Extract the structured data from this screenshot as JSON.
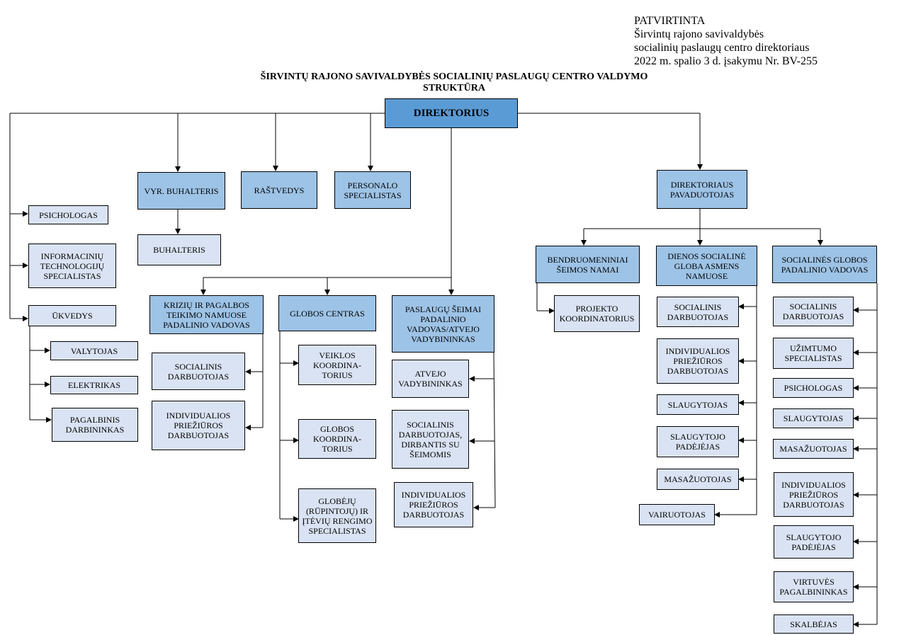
{
  "approval": {
    "line1": "PATVIRTINTA",
    "line2": "Širvintų rajono savivaldybės",
    "line3": "socialinių paslaugų centro direktoriaus",
    "line4": "2022 m. spalio 3 d. įsakymu Nr. BV-255"
  },
  "title": {
    "line1": "ŠIRVINTŲ RAJONO SAVIVALDYBĖS SOCIALINIŲ PASLAUGŲ CENTRO VALDYMO",
    "line2": "STRUKTŪRA"
  },
  "colors": {
    "director": "#5b9bd5",
    "unit_head": "#9dc3e6",
    "position": "#dae3f3"
  },
  "chart": {
    "director": "DIREKTORIUS",
    "chief_accountant": "VYR. BUHALTERIS",
    "accountant": "BUHALTERIS",
    "records_clerk": "RAŠTVEDYS",
    "personnel_specialist": "PERSONALO SPECIALISTAS",
    "deputy": "DIREKTORIAUS PAVADUOTOJAS",
    "left": {
      "psychologist": "PSICHOLOGAS",
      "it_specialist": "INFORMACINIŲ TECHNOLOGIJŲ SPECIALISTAS",
      "caretaker": "ŪKVEDYS",
      "cleaner": "VALYTOJAS",
      "electrician": "ELEKTRIKAS",
      "auxiliary_worker": "PAGALBINIS DARBININKAS"
    },
    "crisis": {
      "head": "KRIZIŲ IR PAGALBOS TEIKIMO NAMUOSE PADALINIO VADOVAS",
      "social_worker": "SOCIALINIS DARBUOTOJAS",
      "individual_care": "INDIVIDUALIOS PRIEŽIŪROS DARBUOTOJAS"
    },
    "foster": {
      "head": "GLOBOS CENTRAS",
      "activity_coord": "VEIKLOS KOORDINA-TORIUS",
      "foster_coord": "GLOBOS KOORDINA-TORIUS",
      "trainers": "GLOBĖJŲ (RŪPINTOJŲ) IR ĮTĖVIŲ RENGIMO SPECIALISTAS"
    },
    "family": {
      "head": "PASLAUGŲ ŠEIMAI PADALINIO VADOVAS/ATVEJO VADYBININKAS",
      "case_manager": "ATVEJO VADYBININKAS",
      "social_worker_families": "SOCIALINIS DARBUOTOJAS, DIRBANTIS SU ŠEIMOMIS",
      "individual_care": "INDIVIDUALIOS PRIEŽIŪROS DARBUOTOJAS"
    },
    "community": {
      "head": "BENDRUOMENINIAI ŠEIMOS NAMAI",
      "project_coord": "PROJEKTO KOORDINATORIUS"
    },
    "daycare": {
      "head": "DIENOS SOCIALINĖ GLOBA ASMENS NAMUOSE",
      "social_worker": "SOCIALINIS DARBUOTOJAS",
      "individual_care": "INDIVIDUALIOS PRIEŽIŪROS DARBUOTOJAS",
      "nurse": "SLAUGYTOJAS",
      "nurse_assistant": "SLAUGYTOJO PADĖJĖJAS",
      "masseur": "MASAŽUOTOJAS",
      "driver": "VAIRUOTOJAS"
    },
    "care": {
      "head": "SOCIALINĖS GLOBOS PADALINIO VADOVAS",
      "social_worker": "SOCIALINIS DARBUOTOJAS",
      "employment": "UŽIMTUMO SPECIALISTAS",
      "psychologist": "PSICHOLOGAS",
      "nurse": "SLAUGYTOJAS",
      "masseur": "MASAŽUOTOJAS",
      "individual_care": "INDIVIDUALIOS PRIEŽIŪROS DARBUOTOJAS",
      "nurse_assistant": "SLAUGYTOJO PADĖJĖJAS",
      "kitchen": "VIRTUVĖS PAGALBININKAS",
      "laundry": "SKALBĖJAS"
    }
  }
}
